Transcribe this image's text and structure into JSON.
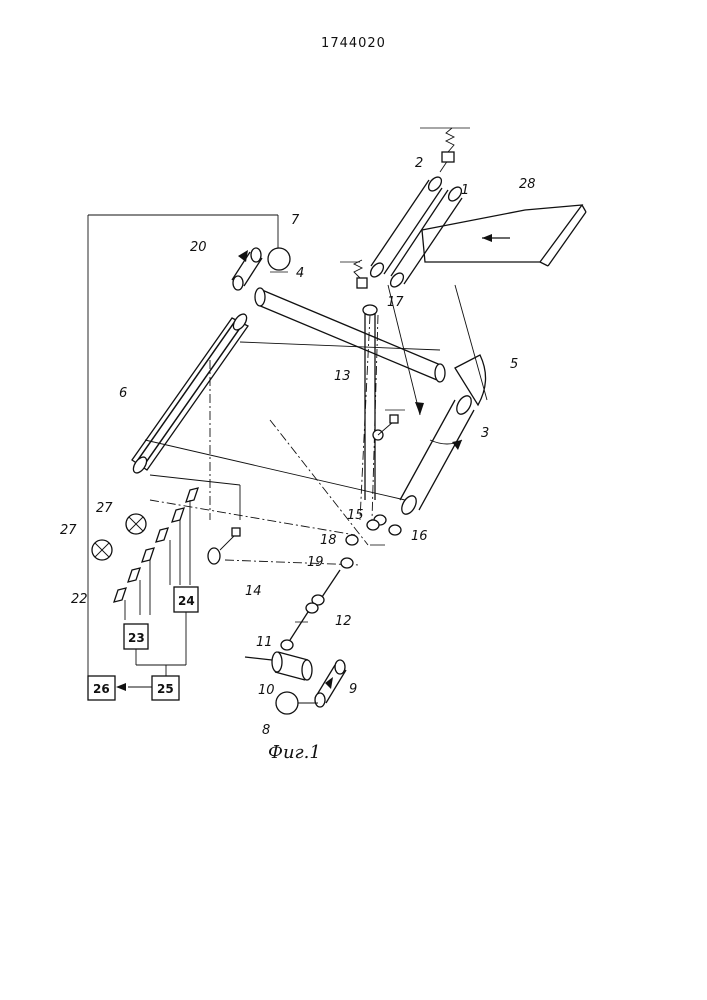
{
  "document": {
    "number": "1744020",
    "caption": "Фиг.1"
  },
  "labels": {
    "l1": "1",
    "l2": "2",
    "l3": "3",
    "l4": "4",
    "l5": "5",
    "l6": "6",
    "l7": "7",
    "l8": "8",
    "l9": "9",
    "l10": "10",
    "l11": "11",
    "l12": "12",
    "l13": "13",
    "l14": "14",
    "l15": "15",
    "l16": "16",
    "l17": "17",
    "l18": "18",
    "l19": "19",
    "l20": "20",
    "l22": "22",
    "l23": "23",
    "l24": "24",
    "l25": "25",
    "l26": "26",
    "l27a": "27",
    "l27b": "27",
    "l28": "28"
  }
}
